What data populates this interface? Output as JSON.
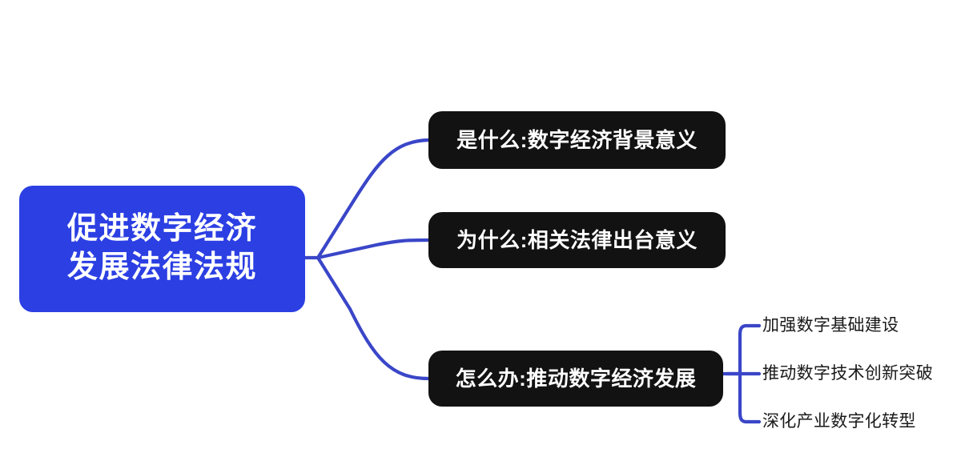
{
  "diagram": {
    "type": "mindmap",
    "title": "促进数字经济发展法律法规",
    "background_color": "#ffffff",
    "connector_color": "#3A46C8",
    "root": {
      "id": "root",
      "lines": [
        "促进数字经济",
        "发展法律法规"
      ],
      "fill_color": "#2B3FE3",
      "text_color": "#ffffff"
    },
    "branches": [
      {
        "id": "branch-0",
        "label": "是什么:数字经济背景意义",
        "fill_color": "#121212",
        "text_color": "#ffffff",
        "children": []
      },
      {
        "id": "branch-1",
        "label": "为什么:相关法律出台意义",
        "fill_color": "#121212",
        "text_color": "#ffffff",
        "children": []
      },
      {
        "id": "branch-2",
        "label": "怎么办:推动数字经济发展",
        "fill_color": "#121212",
        "text_color": "#ffffff",
        "children": [
          {
            "id": "leaf-0",
            "label": "加强数字基础建设",
            "text_color": "#1a1a1a"
          },
          {
            "id": "leaf-1",
            "label": "推动数字技术创新突破",
            "text_color": "#1a1a1a"
          },
          {
            "id": "leaf-2",
            "label": "深化产业数字化转型",
            "text_color": "#1a1a1a"
          }
        ]
      }
    ]
  }
}
